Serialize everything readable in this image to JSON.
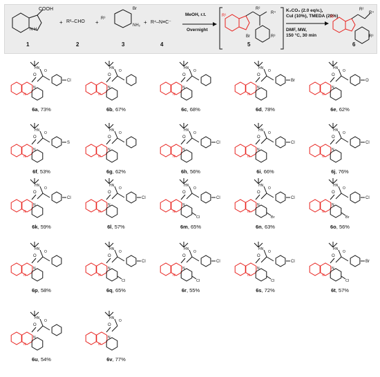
{
  "scheme": {
    "reagent1": {
      "number": "1",
      "group": "COOH",
      "nh": "N\nH"
    },
    "reagent2": {
      "number": "2",
      "formula": "R²–CHO"
    },
    "reagent3": {
      "number": "3",
      "sub1": "R³",
      "sub2": "Br",
      "sub3": "NH₂"
    },
    "reagent4": {
      "number": "4",
      "formula": "R⁴–N≡C⁻"
    },
    "plus": "+",
    "step1": {
      "line1": "MeOH, r.t.",
      "line2": "Overnight"
    },
    "intermediate": {
      "number": "5",
      "r1": "R¹",
      "r2": "R²",
      "r3": "R³",
      "r4": "R⁴",
      "br": "Br",
      "nh": "N\nH"
    },
    "step2": {
      "line1": "K₂CO₃ (2.0 eq/v.),",
      "line2": "CuI (10%), TMEDA (20%)",
      "line3": "DMF, MW,",
      "line4": "150 °C, 30 min"
    },
    "product": {
      "number": "6",
      "r1": "R¹",
      "r2": "R²",
      "r3": "R³",
      "r4": "R⁴",
      "hn": "H\nN"
    }
  },
  "products": [
    {
      "id": "6a",
      "yield": "73%",
      "sub": "Cl"
    },
    {
      "id": "6b",
      "yield": "67%",
      "sub": ""
    },
    {
      "id": "6c",
      "yield": "68%",
      "sub": ""
    },
    {
      "id": "6d",
      "yield": "78%",
      "sub": "Br"
    },
    {
      "id": "6e",
      "yield": "62%",
      "sub": "O"
    },
    {
      "id": "6f",
      "yield": "53%",
      "sub": "S"
    },
    {
      "id": "6g",
      "yield": "62%",
      "sub": ""
    },
    {
      "id": "6h",
      "yield": "56%",
      "sub": "Cl"
    },
    {
      "id": "6i",
      "yield": "66%",
      "sub": "Cl"
    },
    {
      "id": "6j",
      "yield": "76%",
      "sub": "Cl"
    },
    {
      "id": "6k",
      "yield": "59%",
      "sub": "Cl"
    },
    {
      "id": "6l",
      "yield": "57%",
      "sub": "Cl"
    },
    {
      "id": "6m",
      "yield": "65%",
      "sub": "Cl"
    },
    {
      "id": "6n",
      "yield": "63%",
      "sub": "Cl"
    },
    {
      "id": "6o",
      "yield": "56%",
      "sub": "Cl"
    },
    {
      "id": "6p",
      "yield": "58%",
      "sub": ""
    },
    {
      "id": "6q",
      "yield": "65%",
      "sub": "Cl"
    },
    {
      "id": "6r",
      "yield": "55%",
      "sub": "Cl"
    },
    {
      "id": "6s",
      "yield": "72%",
      "sub": "Cl"
    },
    {
      "id": "6t",
      "yield": "57%",
      "sub": "Br"
    },
    {
      "id": "6u",
      "yield": "54%",
      "sub": ""
    },
    {
      "id": "6v",
      "yield": "77%",
      "sub": ""
    }
  ],
  "extra_subs": {
    "6m": "Cl",
    "6n": "Br",
    "6o": "Br",
    "6q": "Cl",
    "6r": "Cl",
    "6s": "Cl",
    "6t": "Cl"
  },
  "atoms": {
    "N": "N",
    "O": "O",
    "H": "H",
    "HN": "HN",
    "NH": "NH"
  },
  "colors": {
    "red": "#e8201c",
    "black": "#111111",
    "banner": "#ececec"
  }
}
